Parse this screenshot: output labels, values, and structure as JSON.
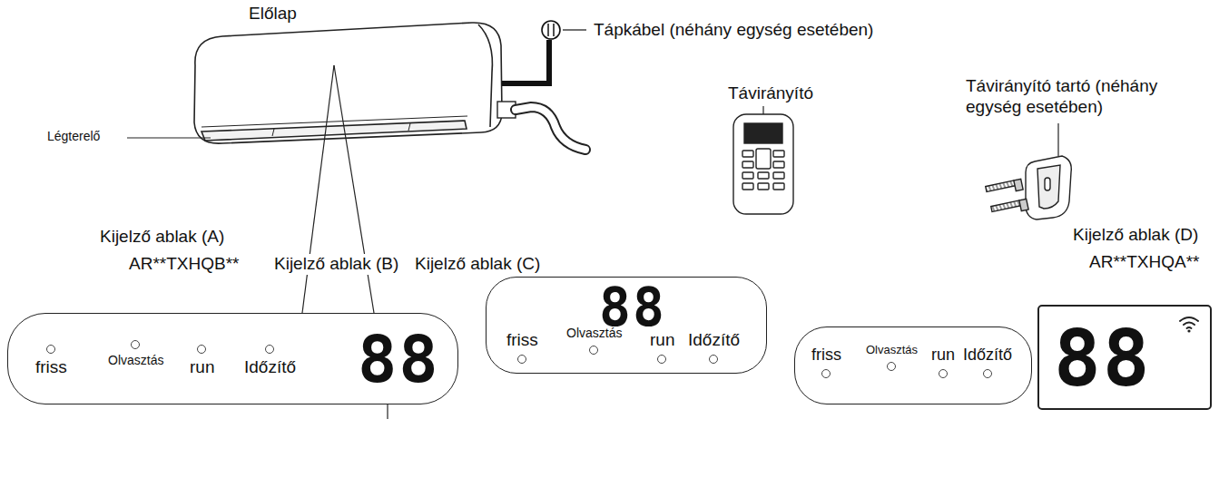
{
  "diagram": {
    "nodes": [
      {
        "text": [
          "friss",
          "Olvasztás",
          "run",
          "Időzítő",
          "88"
        ]
      },
      {
        "text": [
          "88",
          "friss",
          "Olvasztás",
          "run",
          "Időzítő"
        ]
      },
      {
        "text": [
          "friss",
          "Olvasztás",
          "run",
          "Időzítő"
        ]
      },
      {
        "text": [
          "88"
        ]
      }
    ],
    "labels": [
      "Előlap",
      "Tápkábel (néhány egység esetében)",
      "Távirányító",
      "Távirányító tartó (néhány egység esetében)",
      "Légterelő",
      "Kijelző ablak (A)",
      "AR**TXHQB**",
      "Kijelző ablak (B)",
      "Kijelző ablak (C)",
      "Kijelző ablak (D)",
      "AR**TXHQA**"
    ]
  }
}
